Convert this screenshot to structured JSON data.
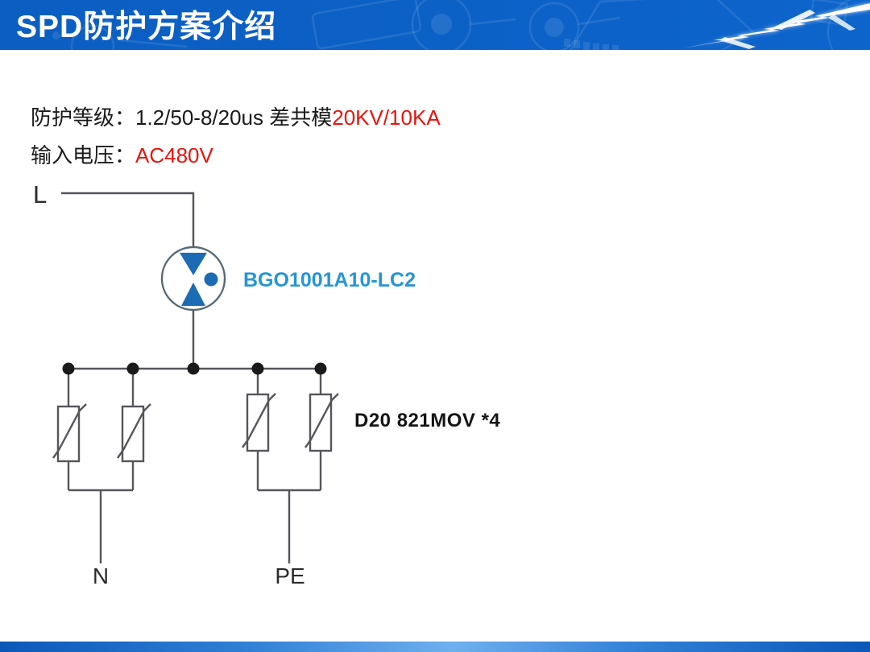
{
  "slide": {
    "header": {
      "title": "SPD防护方案介绍",
      "bg_color_left": "#0b5ec2",
      "bg_color_right": "#0d64cb",
      "text_color": "#ffffff",
      "deco_icons": [
        "circuit-board-icon",
        "gear-circle-icon",
        "lightning-icon"
      ]
    },
    "specs": {
      "protection_label": "防护等级：1.2/50-8/20us 差共模",
      "protection_value": "20KV/10KA",
      "voltage_label": "输入电压：",
      "voltage_value": "AC480V",
      "highlight_color": "#e8140c",
      "text_color": "#1a1a1a"
    },
    "diagram": {
      "terminal_l": "L",
      "terminal_n": "N",
      "terminal_pe": "PE",
      "gdt_label": "BGO1001A10-LC2",
      "gdt_label_color": "#2496d3",
      "mov_label": "D20 821MOV *4",
      "mov_label_color": "#141414",
      "mov_count": 4,
      "wire_color": "#55565a",
      "junction_color": "#1a1a1a",
      "symbol_blue": "#1b6cb5"
    },
    "footer": {
      "bar_colors": [
        "#0b58b8",
        "#6fb0ee",
        "#0b58b8"
      ]
    }
  }
}
